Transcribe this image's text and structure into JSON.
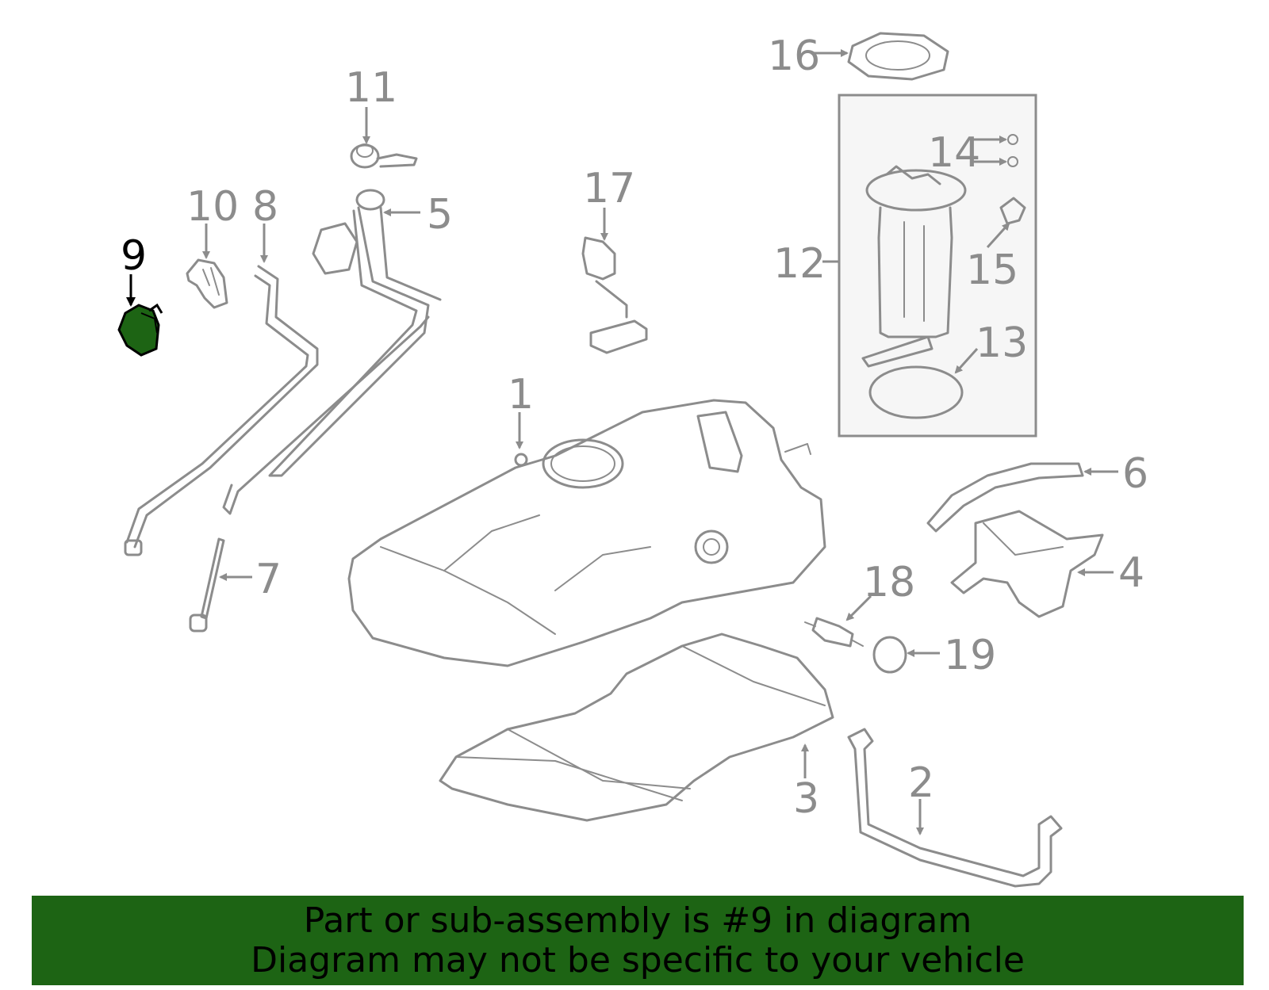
{
  "callouts": {
    "c1": "1",
    "c2": "2",
    "c3": "3",
    "c4": "4",
    "c5": "5",
    "c6": "6",
    "c7": "7",
    "c8": "8",
    "c9": "9",
    "c10": "10",
    "c11": "11",
    "c12": "12",
    "c13": "13",
    "c14": "14",
    "c15": "15",
    "c16": "16",
    "c17": "17",
    "c18": "18",
    "c19": "19"
  },
  "highlight": {
    "part": "9",
    "color": "#1d6414"
  },
  "banner": {
    "line1": "Part or sub-assembly is #9 in diagram",
    "line2": "Diagram may not be specific to your vehicle",
    "background": "#1d6414"
  }
}
